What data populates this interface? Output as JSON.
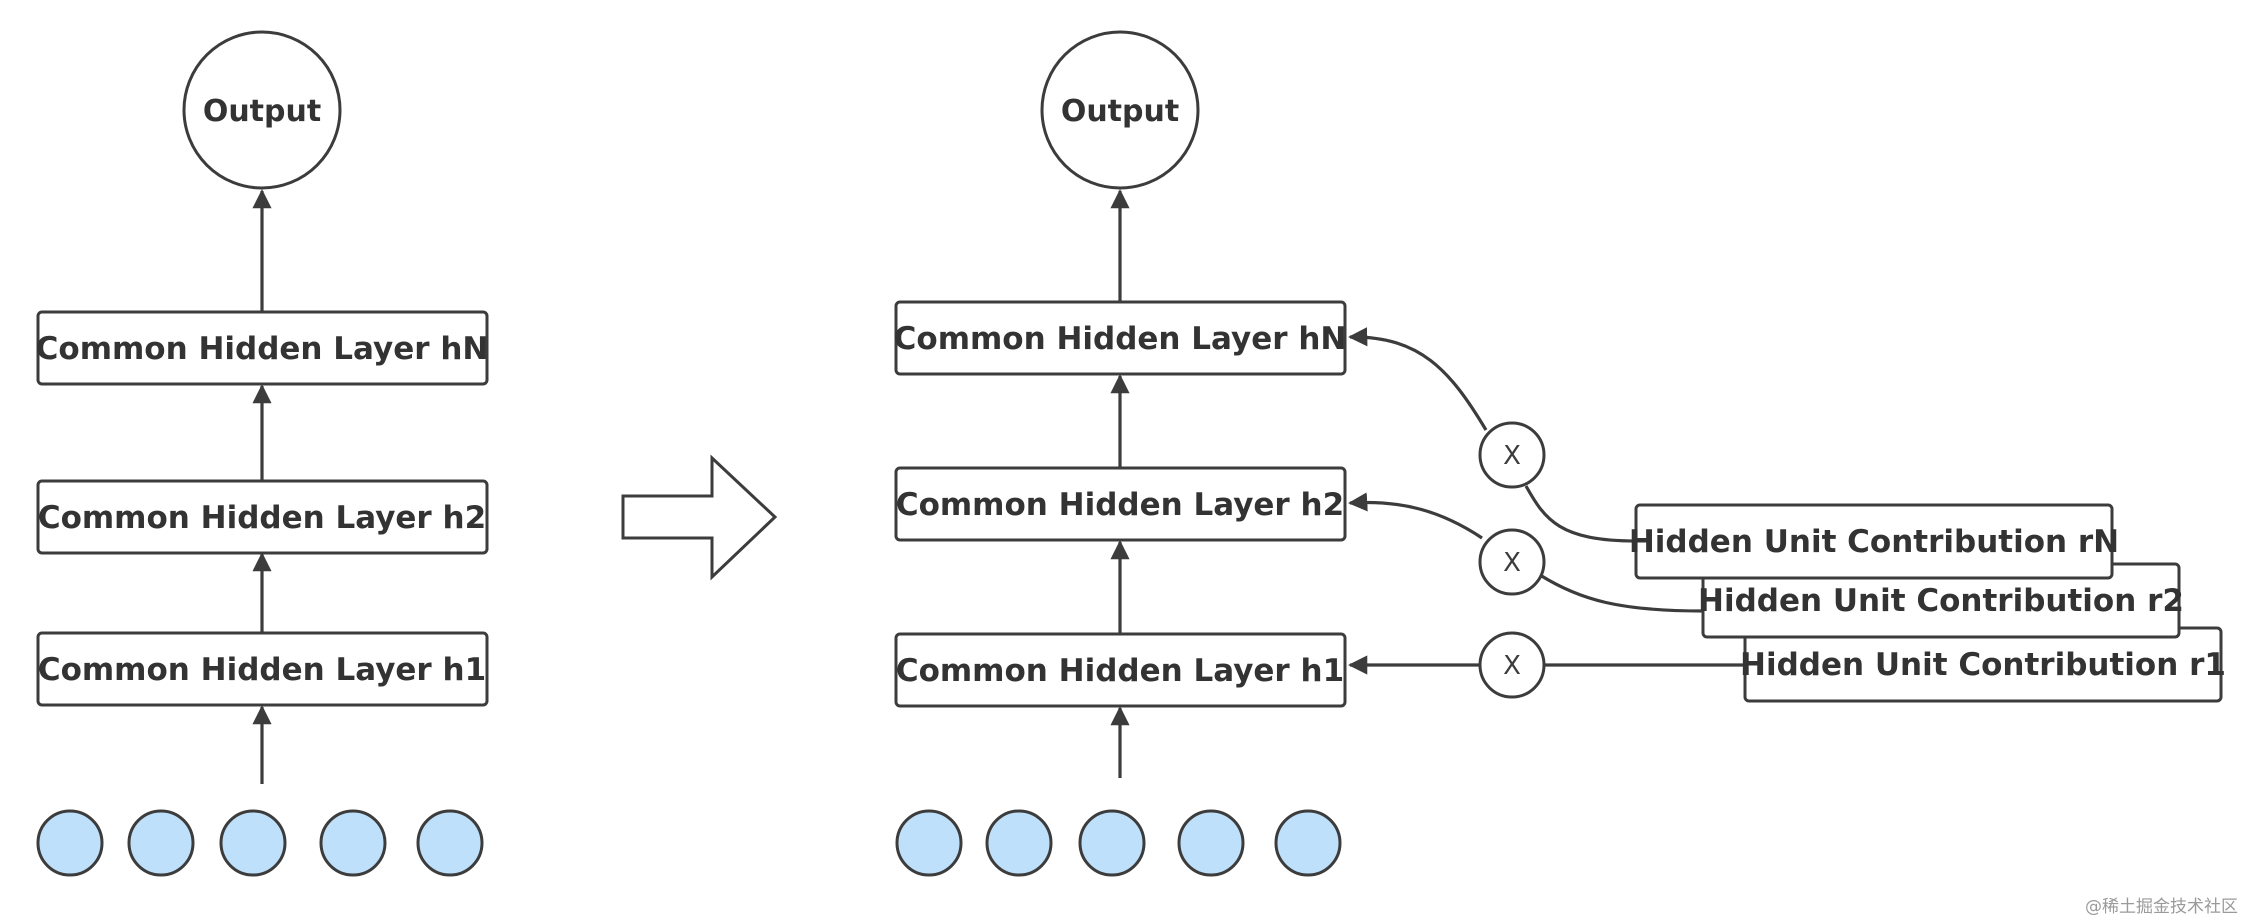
{
  "left": {
    "output": "Output",
    "layers": [
      "Common Hidden Layer hN",
      "Common Hidden Layer h2",
      "Common Hidden Layer h1"
    ]
  },
  "right": {
    "output": "Output",
    "layers": [
      "Common Hidden Layer hN",
      "Common Hidden Layer h2",
      "Common Hidden Layer h1"
    ],
    "contributions": [
      "Hidden Unit Contribution rN",
      "Hidden Unit Contribution r2",
      "Hidden Unit Contribution r1"
    ],
    "multiply_symbol": "X"
  },
  "watermark": "@稀土掘金技术社区",
  "colors": {
    "input_fill": "#bfe0fb",
    "stroke": "#3c3c3c",
    "text": "#333333"
  }
}
